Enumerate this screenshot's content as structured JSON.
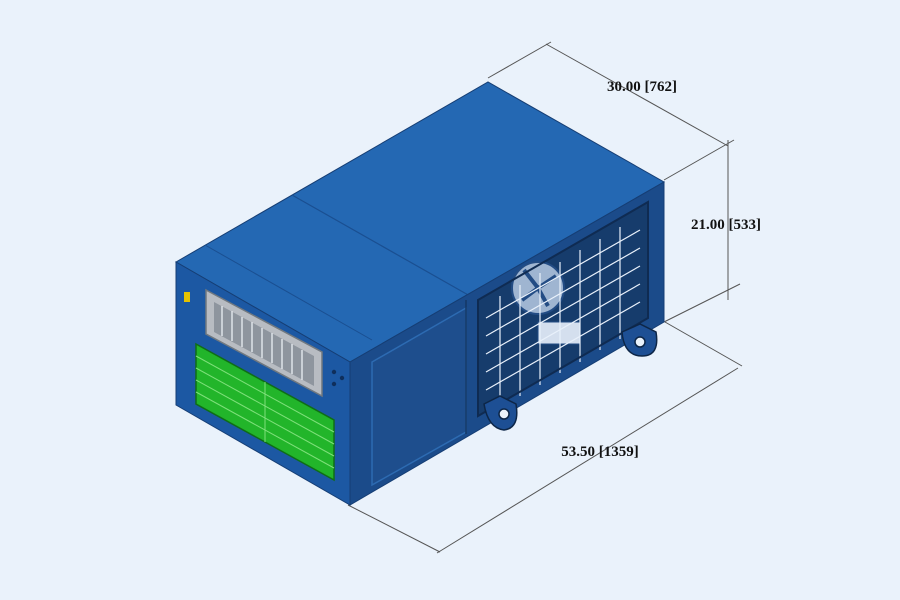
{
  "dimensions": {
    "depth": "30.00 [762]",
    "height": "21.00 [533]",
    "length": "53.50 [1359]"
  },
  "colors": {
    "background": "#eaf2fb",
    "body_top": "#2266b0",
    "body_side_left": "#1c55a0",
    "body_side_front": "#183f75",
    "grille_green": "#22b52a",
    "grille_line": "#7ee07a",
    "louver_grey": "#b8bcc2",
    "dimension_line": "#555555"
  },
  "icons": {
    "fan": "fan-icon",
    "vent_grille": "vent-grille-icon",
    "warning_label": "warning-label-icon"
  }
}
